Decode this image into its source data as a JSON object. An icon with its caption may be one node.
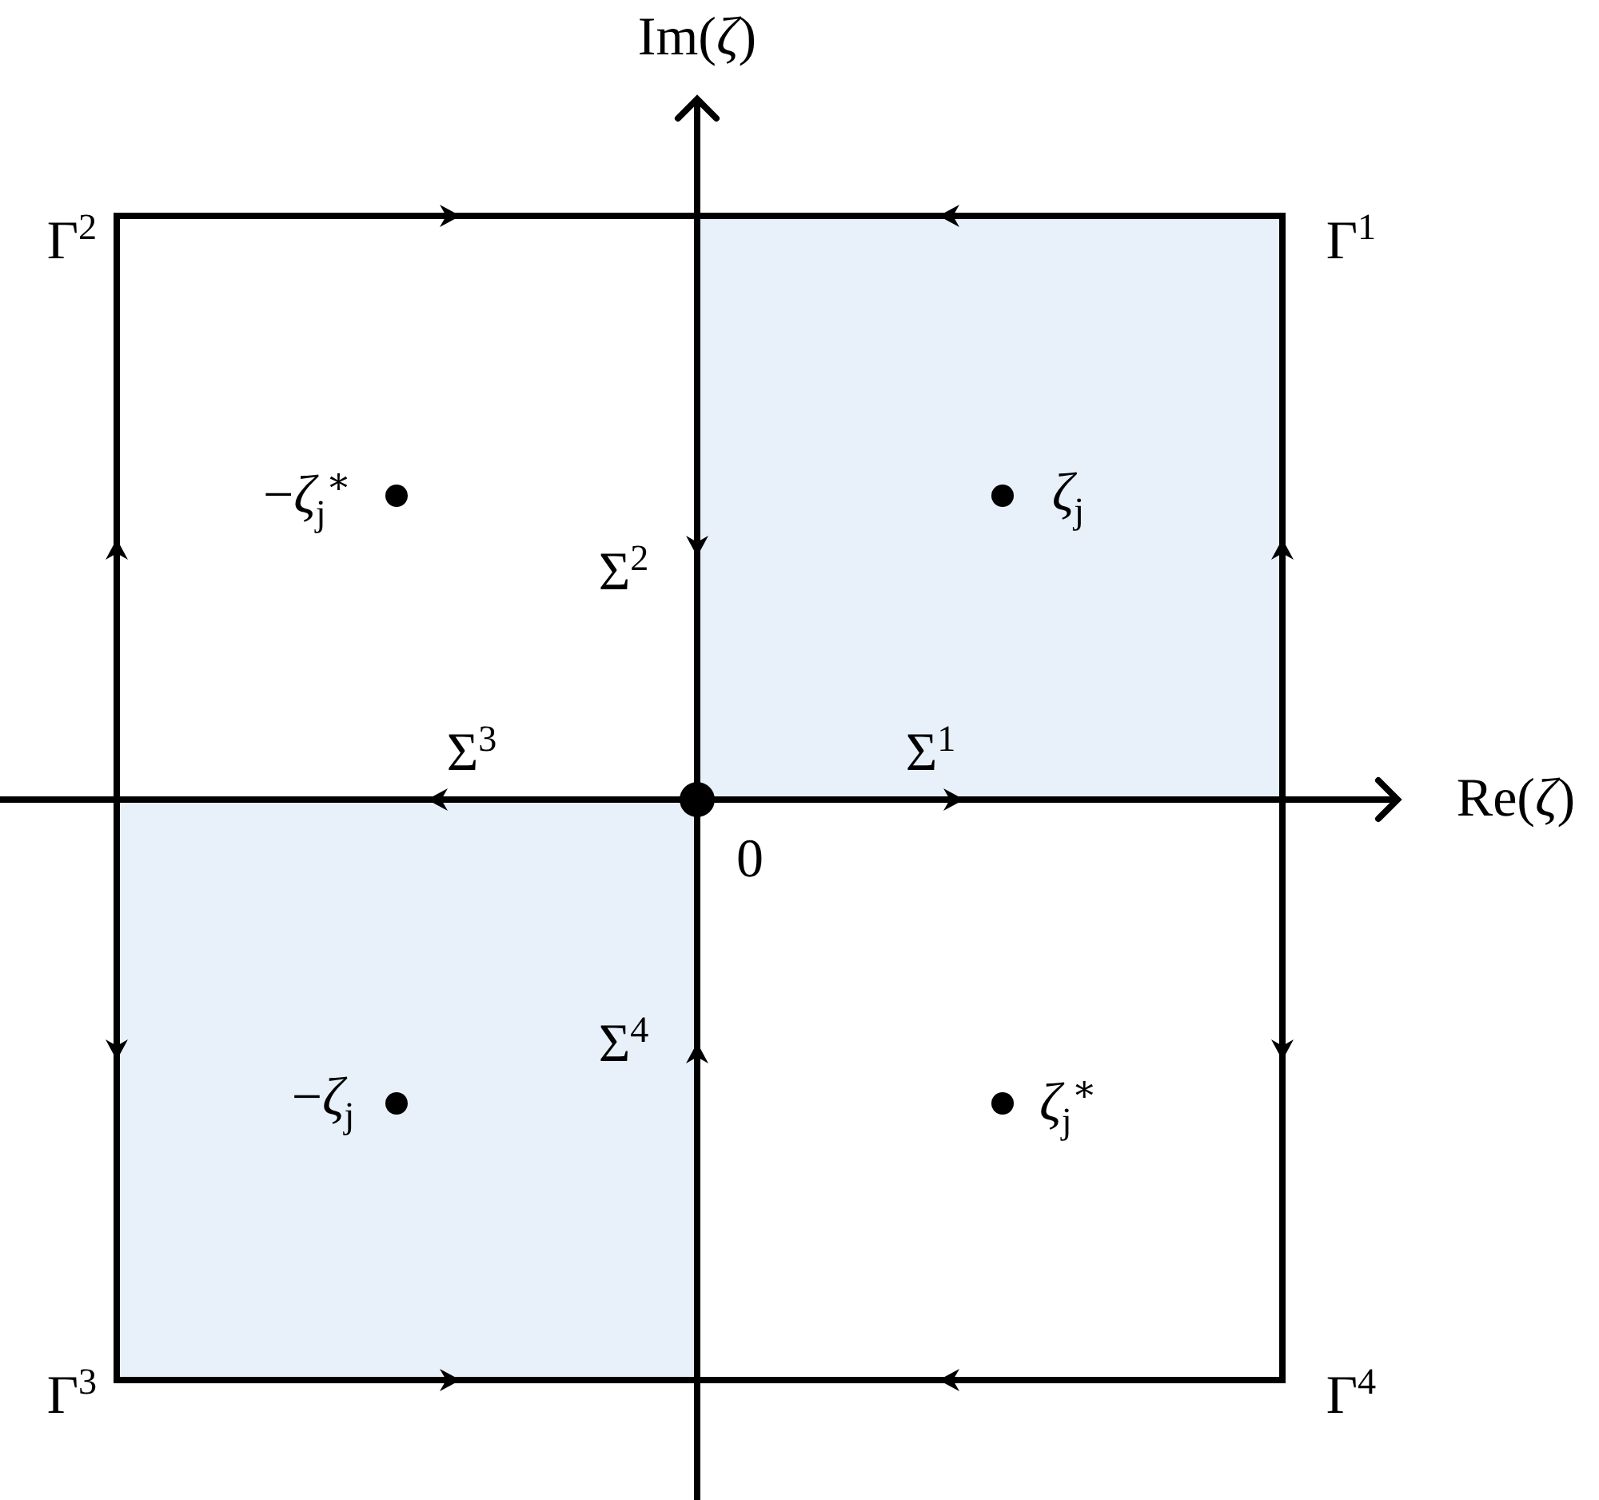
{
  "diagram": {
    "labels": [
      "Im(*ζ*)",
      "Γ$^{2}$",
      "Γ$^{1}$",
      "−*ζ*$_{j}$$^{∗}$",
      "*ζ*$_{j}$",
      "Σ$^{2}$",
      "Σ$^{3}$",
      "Σ$^{1}$",
      "Re(*ζ*)",
      "0",
      "Σ$^{4}$",
      "−*ζ*$_{j}$",
      "*ζ*$_{j}$$^{∗}$",
      "Γ$^{3}$",
      "Γ$^{4}$"
    ]
  }
}
